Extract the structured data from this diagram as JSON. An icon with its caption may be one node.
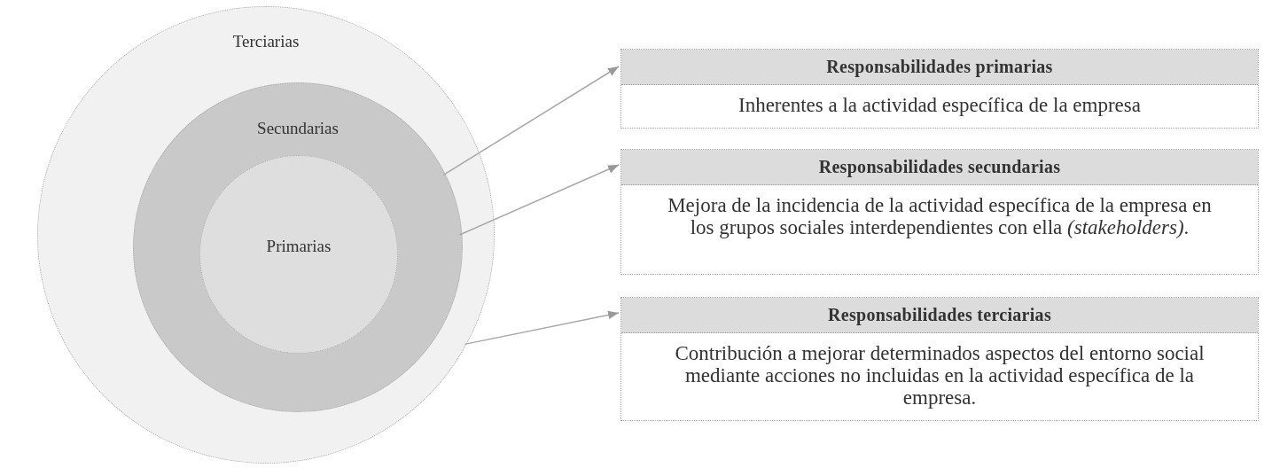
{
  "diagram": {
    "nodes": [
      {
        "text": [
          "Terciarias"
        ]
      },
      {
        "text": [
          "Secundarias"
        ],
        "in": 0
      },
      {
        "text": [
          "Primarias"
        ],
        "in": 1
      },
      {
        "text": [
          "Responsabilidades primarias",
          "Inherentes a la actividad específica de la empresa"
        ]
      },
      {
        "text": [
          "Responsabilidades secundarias",
          "Mejora de la incidencia de la actividad específica de la empresa en los grupos sociales interdependientes con ella *(stakeholders)*."
        ]
      },
      {
        "text": [
          "Responsabilidades terciarias",
          "Contribución a mejorar determinados aspectos del entorno social mediante acciones no incluidas en la actividad específica de la empresa."
        ]
      }
    ],
    "edges": [
      {
        "from": 1,
        "to": 3,
        "arrow": "to"
      },
      {
        "from": 1,
        "to": 4,
        "arrow": "to"
      },
      {
        "from": 0,
        "to": 5,
        "arrow": "to"
      }
    ]
  }
}
